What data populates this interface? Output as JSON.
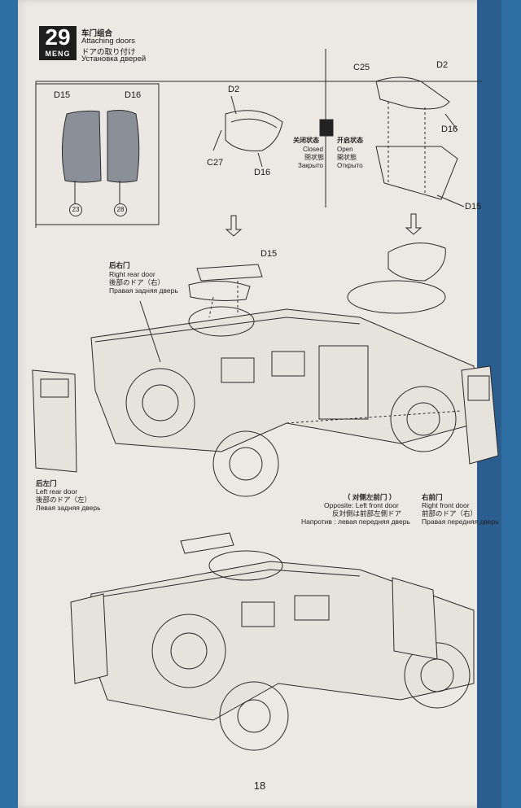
{
  "step": {
    "number": "29",
    "brand": "MENG"
  },
  "title": {
    "zh": "车门组合",
    "en": "Attaching doors",
    "ja": "ドアの取り付け",
    "ru": "Установка дверей"
  },
  "parts_box": {
    "left_label": "D15",
    "right_label": "D16",
    "left_sprue": "23",
    "right_sprue": "28"
  },
  "closed_detail": {
    "top": "D2",
    "left": "C27",
    "bottom": "D16"
  },
  "state_legend": {
    "closed": {
      "zh": "关闭状态",
      "en": "Closed",
      "ja": "閉状態",
      "ru": "Закрыто"
    },
    "open": {
      "zh": "开启状态",
      "en": "Open",
      "ja": "開状態",
      "ru": "Открыто"
    }
  },
  "open_detail": {
    "c25": "C25",
    "d2": "D2",
    "d16": "D16",
    "d15": "D15"
  },
  "vehicle_top_label": "D15",
  "doors": {
    "right_rear": {
      "zh": "后右门",
      "en": "Right rear door",
      "ja": "後部のドア（右）",
      "ru": "Правая задняя дверь"
    },
    "left_rear": {
      "zh": "后左门",
      "en": "Left rear door",
      "ja": "後部のドア（左）",
      "ru": "Левая задняя дверь"
    },
    "opposite": {
      "zh": "（ 对侧左前门 ）",
      "en": "Opposite: Left front door",
      "ja": "反対側は前部左側ドア",
      "ru": "Напротив : левая передняя дверь"
    },
    "right_front": {
      "zh": "右前门",
      "en": "Right front door",
      "ja": "前部のドア（右）",
      "ru": "Правая передняя дверь"
    }
  },
  "page_number": "18"
}
